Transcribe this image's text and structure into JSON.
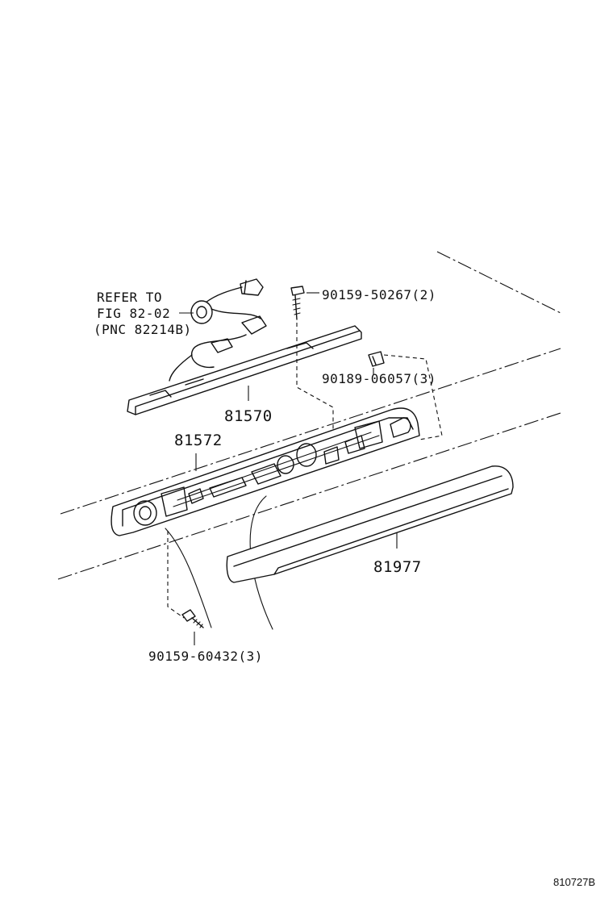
{
  "callouts": {
    "refer_line1": "REFER TO",
    "refer_line2": "FIG 82-02",
    "refer_line3": "(PNC 82214B)",
    "part_90159_50267": "90159-50267(2)",
    "part_90189_06057": "90189-06057(3)",
    "part_81570": "81570",
    "part_81572": "81572",
    "part_81977": "81977",
    "part_90159_60432": "90159-60432(3)"
  },
  "figure_id": "810727B"
}
